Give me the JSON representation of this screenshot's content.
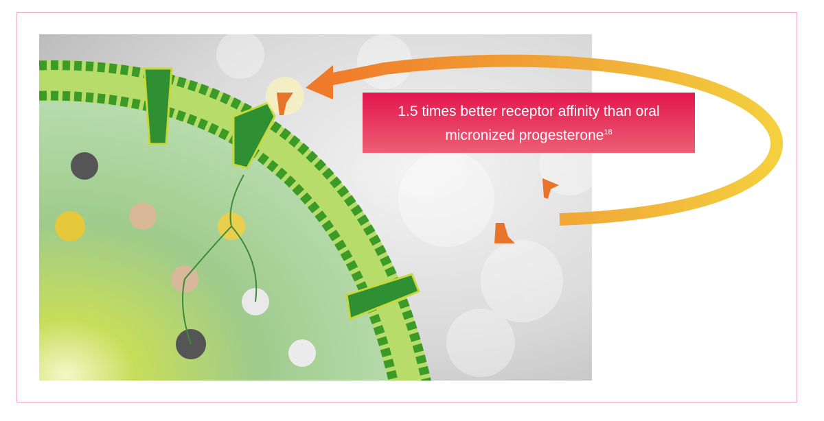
{
  "callout": {
    "line1": "1.5 times better receptor affinity than oral",
    "line2": "micronized progesterone",
    "superscript": "18"
  },
  "colors": {
    "callout_top": "#e3154e",
    "callout_bottom": "#ec5f74",
    "membrane": "#4fa52a",
    "arrow": "#f0a73a",
    "frame": "#f0a6c0"
  }
}
